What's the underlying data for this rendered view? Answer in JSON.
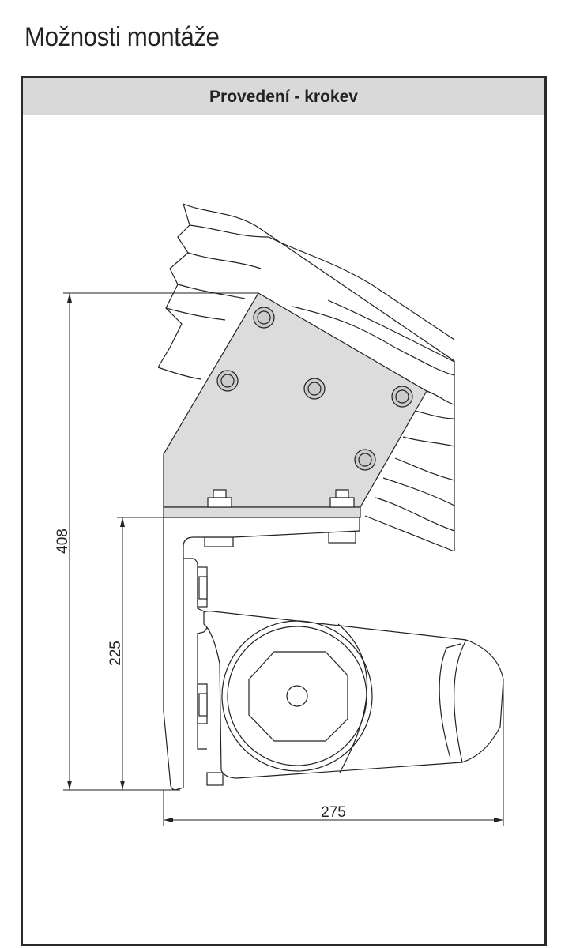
{
  "page": {
    "title": "Možnosti montáže"
  },
  "panel": {
    "header": "Provedení - krokev"
  },
  "dimensions": {
    "total_height": "408",
    "motor_height": "225",
    "width": "275"
  },
  "colors": {
    "plate_fill": "#dcdcdc",
    "header_bg": "#d9d9d9",
    "line": "#222222"
  }
}
